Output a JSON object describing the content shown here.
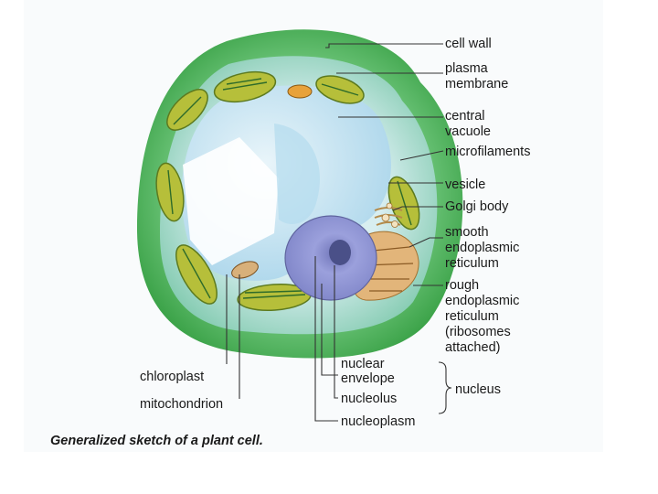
{
  "labels": {
    "cell_wall": "cell wall",
    "plasma_membrane": [
      "plasma",
      "membrane"
    ],
    "central_vacuole": [
      "central",
      "vacuole"
    ],
    "microfilaments": "microfilaments",
    "vesicle": "vesicle",
    "golgi_body": "Golgi body",
    "smooth_er": [
      "smooth",
      "endoplasmic",
      "reticulum"
    ],
    "rough_er": [
      "rough",
      "endoplasmic",
      "reticulum",
      "(ribosomes",
      "attached)"
    ],
    "nuclear_envelope": [
      "nuclear",
      "envelope"
    ],
    "nucleolus": "nucleolus",
    "nucleoplasm": "nucleoplasm",
    "nucleus": "nucleus",
    "chloroplast": "chloroplast",
    "mitochondrion": "mitochondrion"
  },
  "caption": "Generalized sketch of a plant cell.",
  "colors": {
    "cell_wall": "#3fae4a",
    "cytoplasm": "#8fd0b6",
    "vacuole": "#c9e6f2",
    "vacuole_highlight": "#ffffff",
    "chloroplast": "#b6bf3a",
    "chloroplast_stroke": "#5d7a1f",
    "nucleus": "#8f95d6",
    "nucleolus": "#4a5088",
    "golgi": "#e0b27a",
    "mitochondrion": "#c9985a"
  }
}
